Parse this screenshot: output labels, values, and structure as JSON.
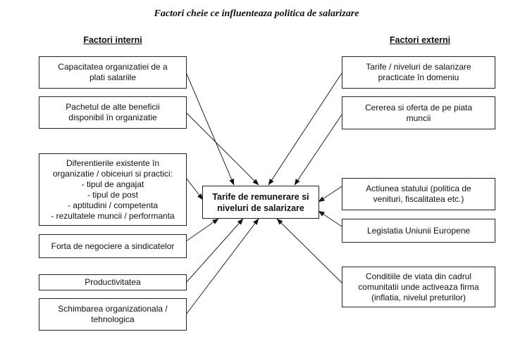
{
  "title": "Factori cheie ce influenteaza politica de salarizare",
  "internal_header": "Factori interni",
  "external_header": "Factori externi",
  "center": {
    "line1": "Tarife de remunerare si",
    "line2": "niveluri de salarizare"
  },
  "internal": [
    {
      "lines": [
        "Capacitatea organizatiei de a",
        "plati salariile"
      ]
    },
    {
      "lines": [
        "Pachetul de alte beneficii",
        "disponibil în organizatie"
      ]
    },
    {
      "lines": [
        "Diferentierile existente în",
        "organizatie / obiceiuri si practici:",
        "- tipul de angajat",
        "- tipul de post",
        "- aptitudini / competenta",
        "- rezultatele muncii / performanta"
      ]
    },
    {
      "lines": [
        "Forta de negociere a sindicatelor"
      ]
    },
    {
      "lines": [
        "Productivitatea"
      ]
    },
    {
      "lines": [
        "Schimbarea organizationala /",
        "tehnologica"
      ]
    }
  ],
  "external": [
    {
      "lines": [
        "Tarife / niveluri de salarizare",
        "practicate în domeniu"
      ]
    },
    {
      "lines": [
        "Cererea si oferta de pe piata",
        "muncii"
      ]
    },
    {
      "lines": [
        "Actiunea statului (politica de",
        "venituri, fiscalitatea etc.)"
      ]
    },
    {
      "lines": [
        "Legislatia Uniunii Europene"
      ]
    },
    {
      "lines": [
        "Conditiile de viata din cadrul",
        "comunitatii unde activeaza firma",
        "(inflatia, nivelul preturilor)"
      ]
    }
  ]
}
